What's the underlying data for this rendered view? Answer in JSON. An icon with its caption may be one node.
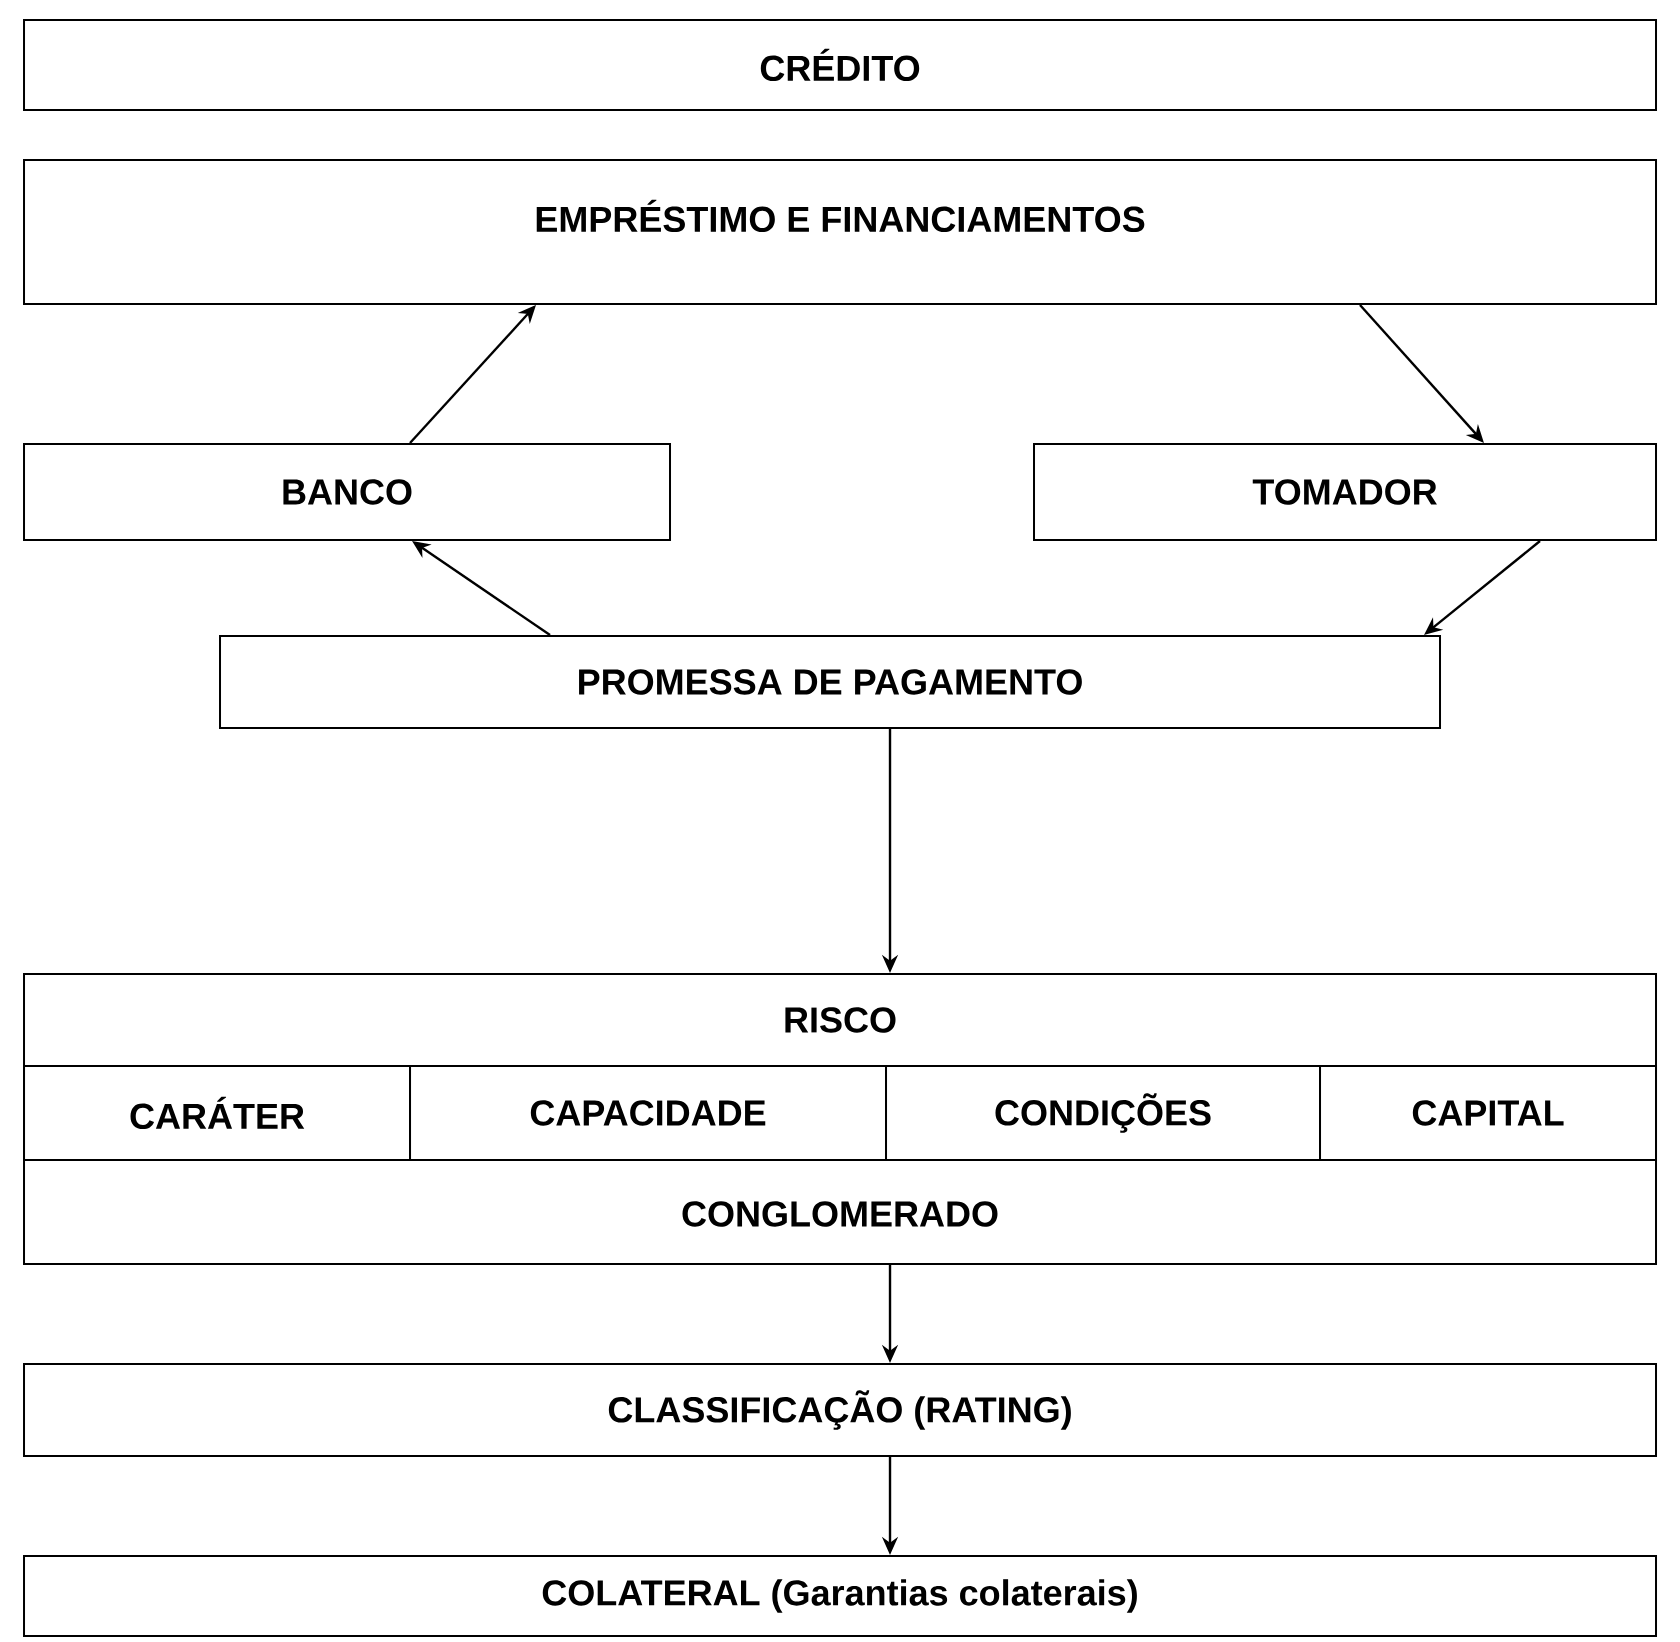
{
  "diagram": {
    "nodes": [
      {
        "text": [
          "CRÉDITO"
        ]
      },
      {
        "text": [
          "EMPRÉSTIMO E FINANCIAMENTOS"
        ]
      },
      {
        "text": [
          "BANCO"
        ]
      },
      {
        "text": [
          "TOMADOR"
        ]
      },
      {
        "text": [
          "PROMESSA DE PAGAMENTO"
        ]
      },
      {
        "text": [
          "RISCO",
          "CONGLOMERADO"
        ]
      },
      {
        "text": [
          "CARÁTER"
        ],
        "in": 5
      },
      {
        "text": [
          "CAPACIDADE"
        ],
        "in": 5
      },
      {
        "text": [
          "CONDIÇÕES"
        ],
        "in": 5
      },
      {
        "text": [
          "CAPITAL"
        ],
        "in": 5
      },
      {
        "text": [
          "CLASSIFICAÇÃO (RATING)"
        ]
      },
      {
        "text": [
          "COLATERAL (Garantias colaterais)"
        ]
      }
    ],
    "edges": [
      {
        "from": 2,
        "to": 1,
        "arrow": "to"
      },
      {
        "from": 1,
        "to": 3,
        "arrow": "to"
      },
      {
        "from": 3,
        "to": 4,
        "arrow": "to"
      },
      {
        "from": 4,
        "to": 2,
        "arrow": "to"
      },
      {
        "from": 4,
        "to": 5,
        "arrow": "to"
      },
      {
        "from": 5,
        "to": 10,
        "arrow": "to"
      },
      {
        "from": 10,
        "to": 11,
        "arrow": "to"
      }
    ]
  }
}
